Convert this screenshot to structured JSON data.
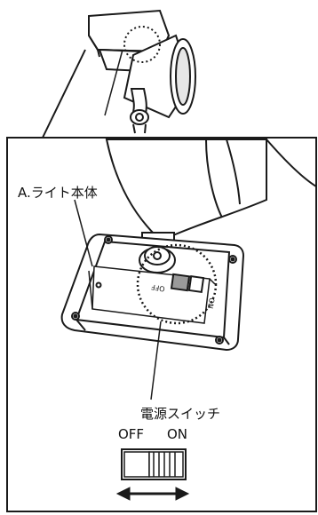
{
  "labels": {
    "light_body": "A.ライト本体",
    "power_switch": "電源スイッチ",
    "off": "OFF",
    "on": "ON"
  },
  "device_panel_marks": {
    "off": "OFF",
    "on": "ON"
  },
  "colors": {
    "line": "#1a1a1a",
    "fill": "#ffffff",
    "shade": "#d9d9d9",
    "switch_knob": "#9a9a9a"
  }
}
